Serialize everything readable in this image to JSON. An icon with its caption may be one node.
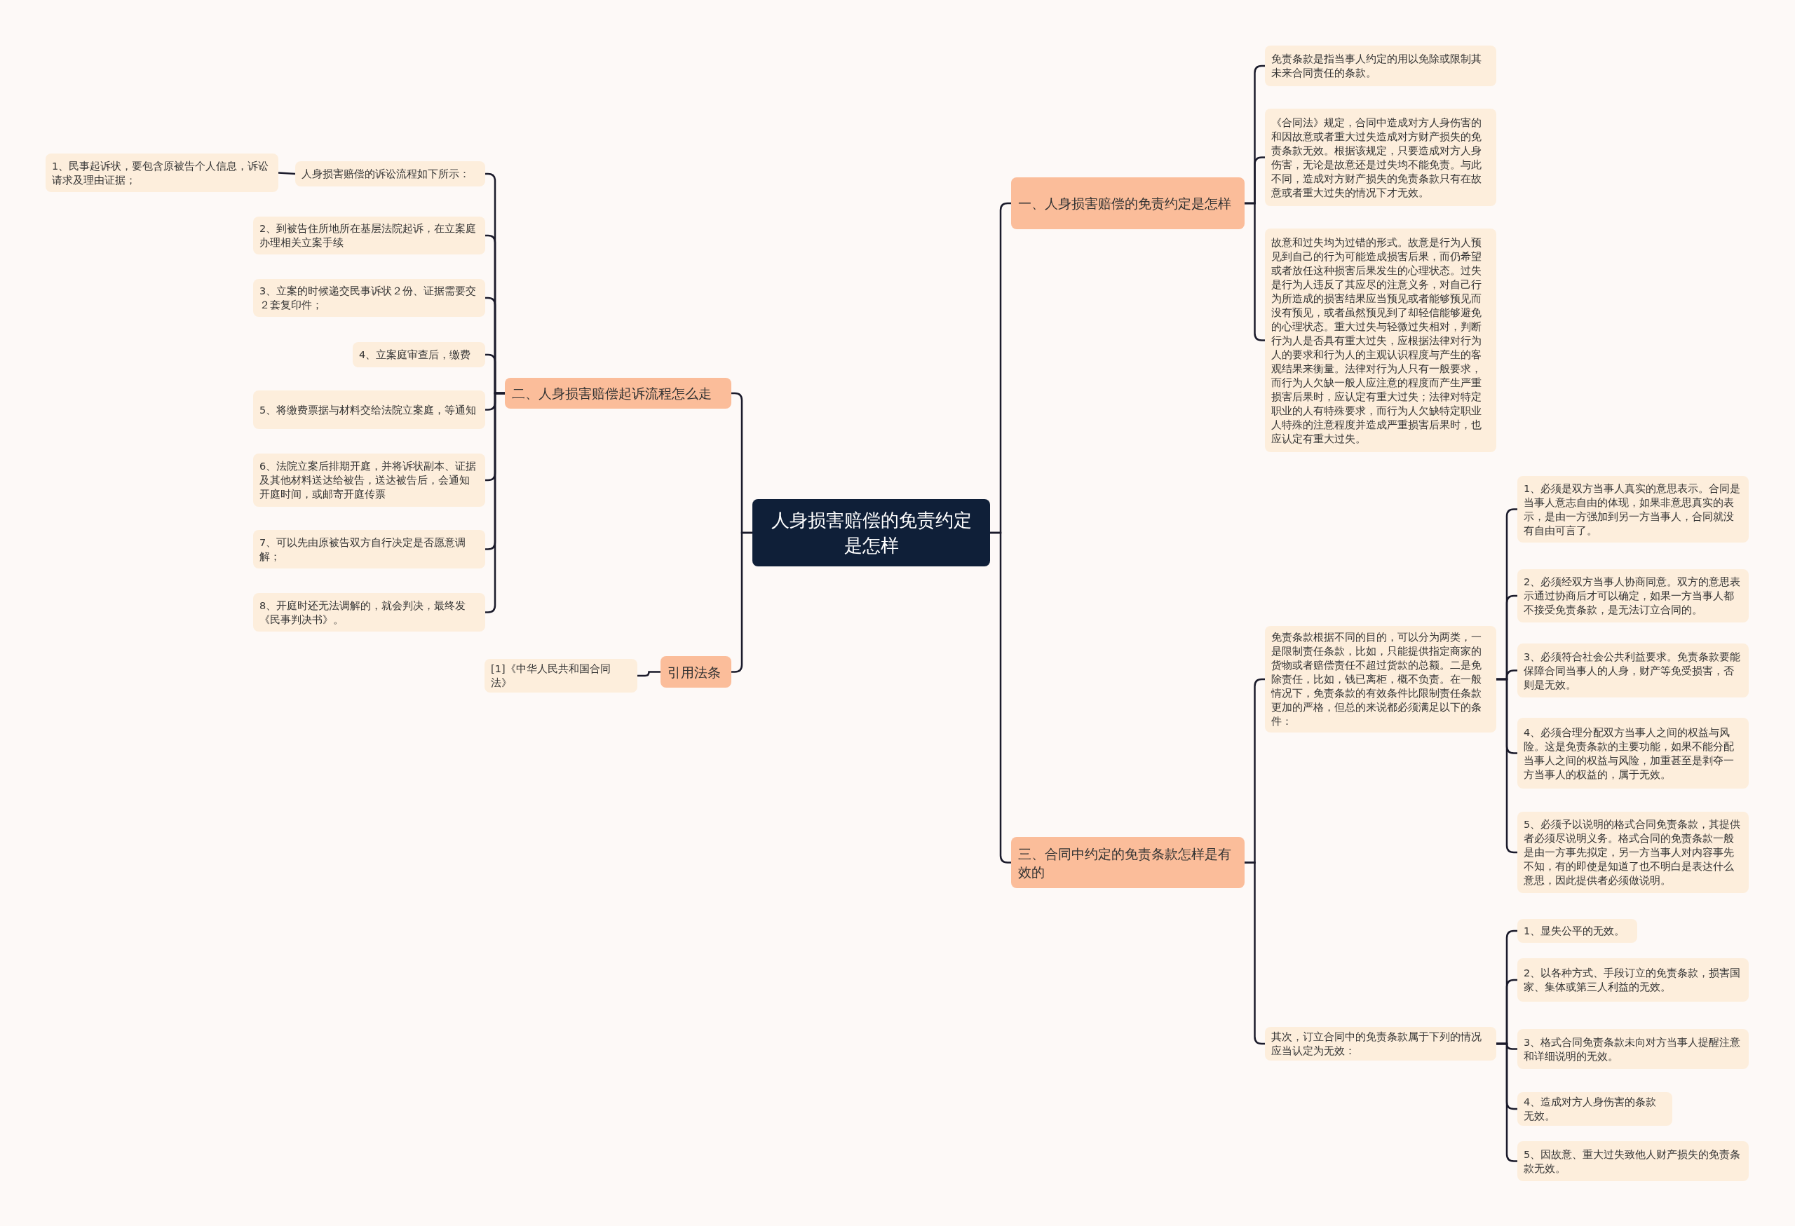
{
  "diagram": {
    "nodes": [
      {
        "text": [
          "人身损害赔偿的免责约定是怎样"
        ]
      },
      {
        "text": [
          "一、人身损害赔偿的免责约定是怎样"
        ]
      },
      {
        "text": [
          "免责条款是指当事人约定的用以免除或限制其未来合同责任的条款。"
        ]
      },
      {
        "text": [
          "《合同法》规定，合同中造成对方人身伤害的和因故意或者重大过失造成对方财产损失的免责条款无效。根据该规定，只要造成对方人身伤害，无论是故意还是过失均不能免责。与此不同，造成对方财产损失的免责条款只有在故意或者重大过失的情况下才无效。"
        ]
      },
      {
        "text": [
          "故意和过失均为过错的形式。故意是行为人预见到自己的行为可能造成损害后果，而仍希望或者放任这种损害后果发生的心理状态。过失是行为人违反了其应尽的注意义务，对自己行为所造成的损害结果应当预见或者能够预见而没有预见，或者虽然预见到了却轻信能够避免的心理状态。重大过失与轻微过失相对，判断行为人是否具有重大过失，应根据法律对行为人的要求和行为人的主观认识程度与产生的客观结果来衡量。法律对行为人只有一般要求，而行为人欠缺一般人应注意的程度而产生严重损害后果时，应认定有重大过失；法律对特定职业的人有特殊要求，而行为人欠缺特定职业人特殊的注意程度并造成严重损害后果时，也应认定有重大过失。"
        ]
      },
      {
        "text": [
          "二、人身损害赔偿起诉流程怎么走"
        ]
      },
      {
        "text": [
          "人身损害赔偿的诉讼流程如下所示："
        ]
      },
      {
        "text": [
          "1、民事起诉状，要包含原被告个人信息，诉讼请求及理由证据；"
        ]
      },
      {
        "text": [
          "2、到被告住所地所在基层法院起诉，在立案庭办理相关立案手续"
        ]
      },
      {
        "text": [
          "3、立案的时候递交民事诉状２份、证据需要交２套复印件；"
        ]
      },
      {
        "text": [
          "4、立案庭审查后，缴费"
        ]
      },
      {
        "text": [
          "5、将缴费票据与材料交给法院立案庭，等通知"
        ]
      },
      {
        "text": [
          "6、法院立案后排期开庭，并将诉状副本、证据及其他材料送达给被告，送达被告后，会通知开庭时间，或邮寄开庭传票"
        ]
      },
      {
        "text": [
          "7、可以先由原被告双方自行决定是否愿意调解；"
        ]
      },
      {
        "text": [
          "8、开庭时还无法调解的，就会判决，最终发《民事判决书》。"
        ]
      },
      {
        "text": [
          "引用法条"
        ]
      },
      {
        "text": [
          "[1]《中华人民共和国合同法》"
        ]
      },
      {
        "text": [
          "三、合同中约定的免责条款怎样是有效的"
        ]
      },
      {
        "text": [
          "免责条款根据不同的目的，可以分为两类，一是限制责任条款，比如，只能提供指定商家的货物或者赔偿责任不超过货款的总额。二是免除责任，比如，钱已离柜，概不负责。在一般情况下，免责条款的有效条件比限制责任条款更加的严格，但总的来说都必须满足以下的条件："
        ]
      },
      {
        "text": [
          "1、必须是双方当事人真实的意思表示。合同是当事人意志自由的体现，如果非意思真实的表示，是由一方强加到另一方当事人，合同就没有自由可言了。"
        ]
      },
      {
        "text": [
          "2、必须经双方当事人协商同意。双方的意思表示通过协商后才可以确定，如果一方当事人都不接受免责条款，是无法订立合同的。"
        ]
      },
      {
        "text": [
          "3、必须符合社会公共利益要求。免责条款要能保障合同当事人的人身，财产等免受损害，否则是无效。"
        ]
      },
      {
        "text": [
          "4、必须合理分配双方当事人之间的权益与风险。这是免责条款的主要功能，如果不能分配当事人之间的权益与风险，加重甚至是剥夺一方当事人的权益的，属于无效。"
        ]
      },
      {
        "text": [
          "5、必须予以说明的格式合同免责条款，其提供者必须尽说明义务。格式合同的免责条款一般是由一方事先拟定，另一方当事人对内容事先不知，有的即使是知道了也不明白是表达什么意思，因此提供者必须做说明。"
        ]
      },
      {
        "text": [
          "其次，订立合同中的免责条款属于下列的情况应当认定为无效："
        ]
      },
      {
        "text": [
          "1、显失公平的无效。"
        ]
      },
      {
        "text": [
          "2、以各种方式、手段订立的免责条款，损害国家、集体或第三人利益的无效。"
        ]
      },
      {
        "text": [
          "3、格式合同免责条款未向对方当事人提醒注意和详细说明的无效。"
        ]
      },
      {
        "text": [
          "4、造成对方人身伤害的条款无效。"
        ]
      },
      {
        "text": [
          "5、因故意、重大过失致他人财产损失的免责条款无效。"
        ]
      }
    ],
    "edges": [
      {
        "from": 0,
        "to": 1,
        "arrow": "none"
      },
      {
        "from": 1,
        "to": 2,
        "arrow": "none"
      },
      {
        "from": 1,
        "to": 3,
        "arrow": "none"
      },
      {
        "from": 1,
        "to": 4,
        "arrow": "none"
      },
      {
        "from": 0,
        "to": 5,
        "arrow": "none"
      },
      {
        "from": 5,
        "to": 6,
        "arrow": "none"
      },
      {
        "from": 6,
        "to": 7,
        "arrow": "none"
      },
      {
        "from": 5,
        "to": 8,
        "arrow": "none"
      },
      {
        "from": 5,
        "to": 9,
        "arrow": "none"
      },
      {
        "from": 5,
        "to": 10,
        "arrow": "none"
      },
      {
        "from": 5,
        "to": 11,
        "arrow": "none"
      },
      {
        "from": 5,
        "to": 12,
        "arrow": "none"
      },
      {
        "from": 5,
        "to": 13,
        "arrow": "none"
      },
      {
        "from": 5,
        "to": 14,
        "arrow": "none"
      },
      {
        "from": 0,
        "to": 15,
        "arrow": "none"
      },
      {
        "from": 15,
        "to": 16,
        "arrow": "none"
      },
      {
        "from": 0,
        "to": 17,
        "arrow": "none"
      },
      {
        "from": 17,
        "to": 18,
        "arrow": "none"
      },
      {
        "from": 18,
        "to": 19,
        "arrow": "none"
      },
      {
        "from": 18,
        "to": 20,
        "arrow": "none"
      },
      {
        "from": 18,
        "to": 21,
        "arrow": "none"
      },
      {
        "from": 18,
        "to": 22,
        "arrow": "none"
      },
      {
        "from": 18,
        "to": 23,
        "arrow": "none"
      },
      {
        "from": 17,
        "to": 24,
        "arrow": "none"
      },
      {
        "from": 24,
        "to": 25,
        "arrow": "none"
      },
      {
        "from": 24,
        "to": 26,
        "arrow": "none"
      },
      {
        "from": 24,
        "to": 27,
        "arrow": "none"
      },
      {
        "from": 24,
        "to": 28,
        "arrow": "none"
      },
      {
        "from": 24,
        "to": 29,
        "arrow": "none"
      }
    ]
  }
}
